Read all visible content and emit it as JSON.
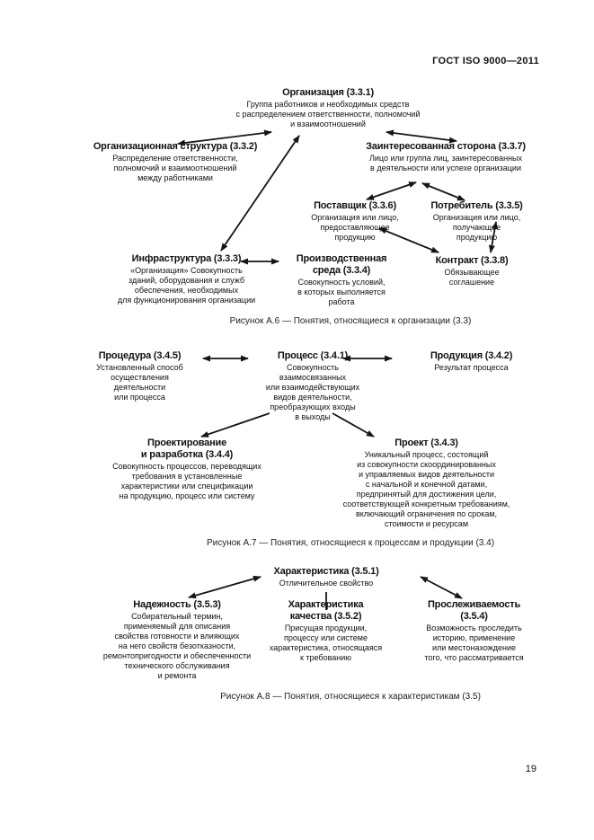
{
  "page": {
    "header": "ГОСТ ISO 9000—2011",
    "page_number": "19"
  },
  "figures": {
    "a6": {
      "caption": "Рисунок А.6 — Понятия, относящиеся к организации (3.3)",
      "nodes": {
        "organization": {
          "title": "Организация (3.3.1)",
          "desc": "Группа работников и необходимых средств\nс распределением ответственности, полномочий\nи взаимоотношений"
        },
        "org_structure": {
          "title": "Организационная структура (3.3.2)",
          "desc": "Распределение ответственности,\nполномочий и взаимоотношений\nмежду работниками"
        },
        "stakeholder": {
          "title": "Заинтересованная сторона (3.3.7)",
          "desc": "Лицо или группа лиц, заинтересованных\nв деятельности или успехе организации"
        },
        "supplier": {
          "title": "Поставщик (3.3.6)",
          "desc": "Организация или лицо,\nпредоставляющее\nпродукцию"
        },
        "customer": {
          "title": "Потребитель (3.3.5)",
          "desc": "Организация или лицо,\nполучающее\nпродукцию"
        },
        "infrastructure": {
          "title": "Инфраструктура (3.3.3)",
          "desc": "«Организация» Совокупность\nзданий, оборудования и служб\nобеспечения, необходимых\nдля функционирования организации"
        },
        "work_environment": {
          "title": "Производственная\nсреда (3.3.4)",
          "desc": "Совокупность условий,\nв которых выполняется\nработа"
        },
        "contract": {
          "title": "Контракт (3.3.8)",
          "desc": "Обязывающее\nсоглашение"
        }
      }
    },
    "a7": {
      "caption": "Рисунок А.7 — Понятия, относящиеся к процессам и продукции (3.4)",
      "nodes": {
        "procedure": {
          "title": "Процедура (3.4.5)",
          "desc": "Установленный способ\nосуществления\nдеятельности\nили процесса"
        },
        "process": {
          "title": "Процесс (3.4.1)",
          "desc": "Совокупность\nвзаимосвязанных\nили взаимодействующих\nвидов деятельности,\nпреобразующих входы\nв выходы"
        },
        "product": {
          "title": "Продукция (3.4.2)",
          "desc": "Результат процесса"
        },
        "design_development": {
          "title": "Проектирование\nи разработка (3.4.4)",
          "desc": "Совокупность процессов, переводящих\nтребования в установленные\nхарактеристики или спецификации\nна продукцию, процесс или систему"
        },
        "project": {
          "title": "Проект (3.4.3)",
          "desc": "Уникальный процесс, состоящий\nиз совокупности скоординированных\nи управляемых видов деятельности\nс начальной и конечной датами,\nпредпринятый для достижения цели,\nсоответствующей конкретным требованиям,\nвключающий ограничения по срокам,\nстоимости и ресурсам"
        }
      }
    },
    "a8": {
      "caption": "Рисунок А.8 — Понятия, относящиеся к характеристикам (3.5)",
      "nodes": {
        "characteristic": {
          "title": "Характеристика (3.5.1)",
          "desc": "Отличительное свойство"
        },
        "dependability": {
          "title": "Надежность (3.5.3)",
          "desc": "Собирательный термин,\nприменяемый для описания\nсвойства готовности и влияющих\nна него свойств безотказности,\nремонтопригодности и обеспеченности\nтехнического обслуживания\nи ремонта"
        },
        "quality_characteristic": {
          "title": "Характеристика\nкачества (3.5.2)",
          "desc": "Присущая продукции,\nпроцессу или системе\nхарактеристика, относящаяся\nк требованию"
        },
        "traceability": {
          "title": "Прослеживаемость\n(3.5.4)",
          "desc": "Возможность проследить\nисторию, применение\nили местонахождение\nтого, что рассматривается"
        }
      }
    }
  }
}
